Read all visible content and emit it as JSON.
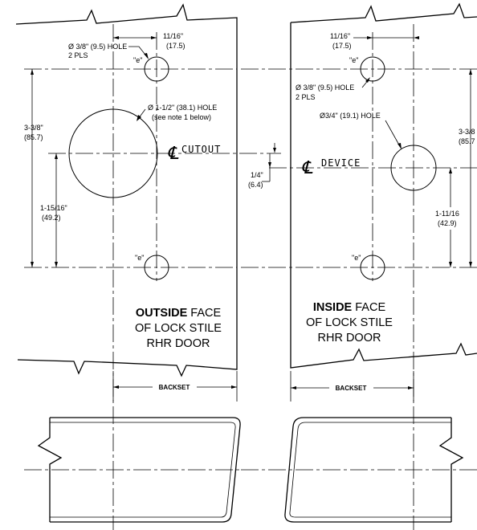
{
  "left_panel": {
    "dim_top_frac": "11/16\"",
    "dim_top_mm": "(17.5)",
    "hole_small_line1": "Ø 3/8\" (9.5) HOLE",
    "hole_small_line2": "2 PLS",
    "e_top": "\"e\"",
    "e_bottom": "\"e\"",
    "hole_large_line1": "Ø 1-1/2\" (38.1) HOLE",
    "hole_large_line2": "(see note 1 below)",
    "centerline_label": "CUTOUT",
    "dim_height_frac": "3-3/8\"",
    "dim_height_mm": "(85.7)",
    "dim_lower_frac": "1-15/16\"",
    "dim_lower_mm": "(49.2)",
    "caption_bold": "OUTSIDE",
    "caption_rest": " FACE",
    "caption_line2": "OF LOCK STILE",
    "caption_line3": "RHR DOOR",
    "backset": "BACKSET"
  },
  "right_panel": {
    "dim_top_frac": "11/16\"",
    "dim_top_mm": "(17.5)",
    "hole_small_line1": "Ø 3/8\" (9.5) HOLE",
    "hole_small_line2": "2 PLS",
    "e_top": "\"e\"",
    "e_bottom": "\"e\"",
    "hole_med": "Ø3/4\" (19.1) HOLE",
    "centerline_label": "DEVICE",
    "offset_frac": "1/4\"",
    "offset_mm": "(6.4)",
    "dim_height_frac": "3-3/8",
    "dim_height_mm": "(85.7",
    "dim_lower_frac": "1-11/16",
    "dim_lower_mm": "(42.9)",
    "caption_bold": "INSIDE",
    "caption_rest": " FACE",
    "caption_line2": "OF LOCK STILE",
    "caption_line3": "RHR DOOR",
    "backset": "BACKSET"
  },
  "centerline_symbol": "CL"
}
